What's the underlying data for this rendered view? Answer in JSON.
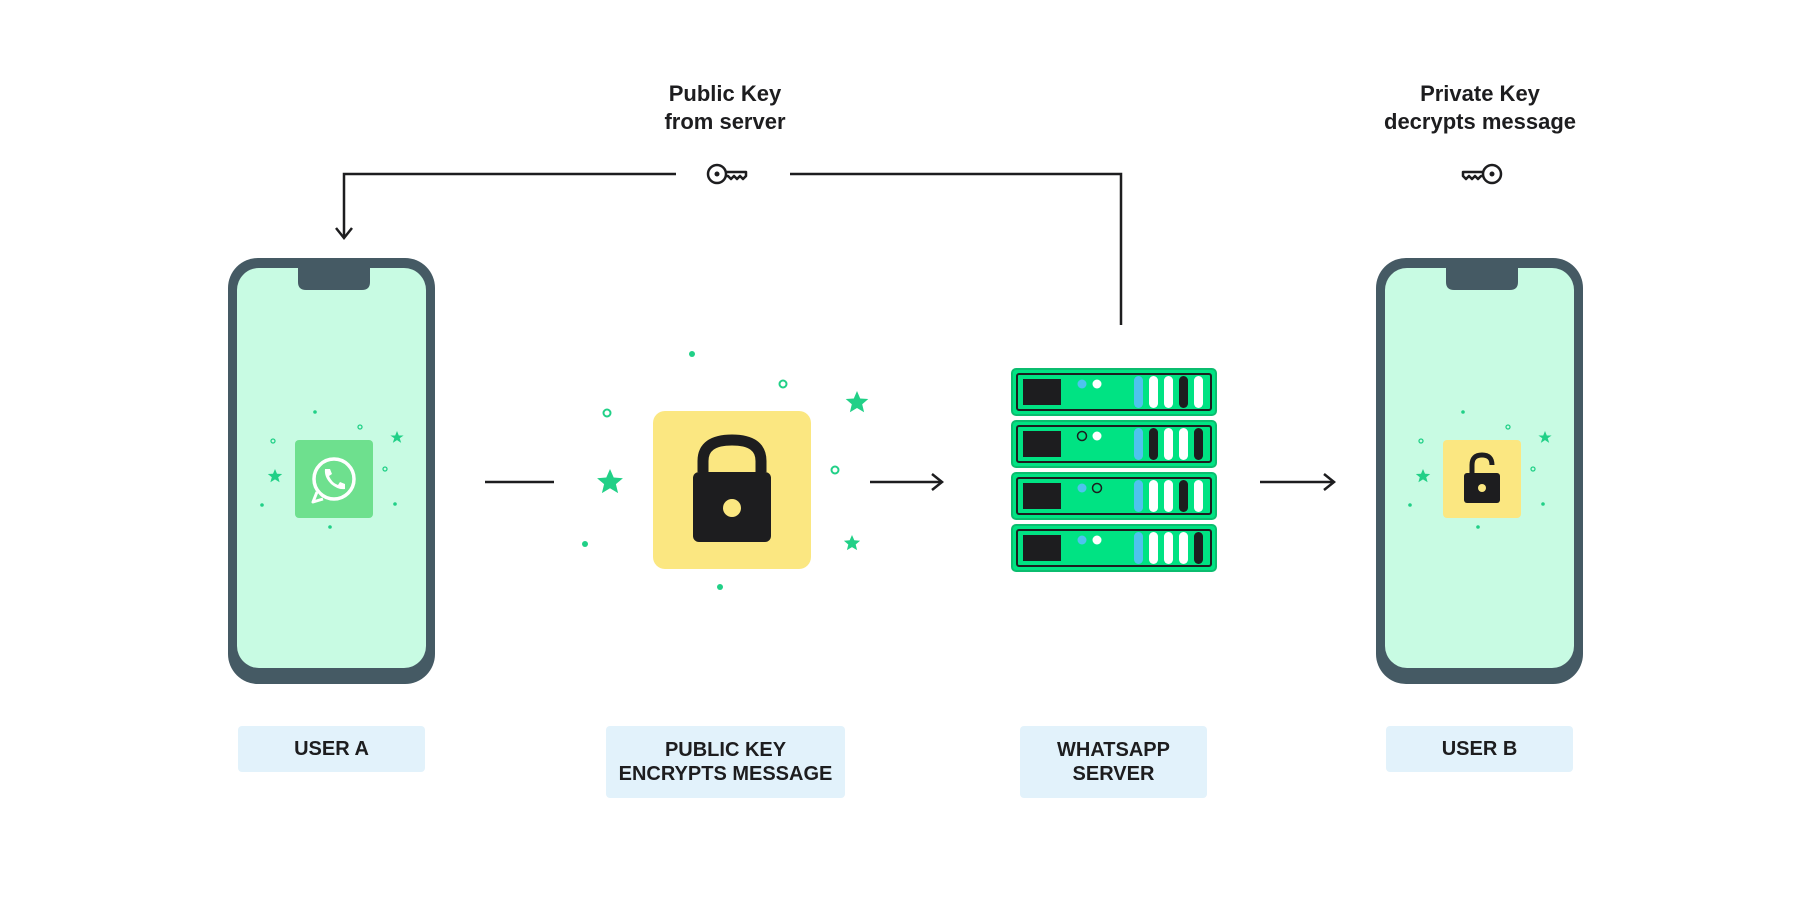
{
  "captions": {
    "public_key": {
      "line1": "Public Key",
      "line2": "from server"
    },
    "private_key": {
      "line1": "Private Key",
      "line2": "decrypts message"
    }
  },
  "labels": {
    "user_a": "USER A",
    "public_key_encrypts": {
      "line1": "PUBLIC KEY",
      "line2": "ENCRYPTS MESSAGE"
    },
    "whatsapp_server": {
      "line1": "WHATSAPP",
      "line2": "SERVER"
    },
    "user_b": "USER B"
  },
  "icons": {
    "user_a_app": "whatsapp-icon",
    "encrypt": "lock-closed-icon",
    "server": "server-rack-icon",
    "user_b_app": "lock-open-icon",
    "public_key": "key-icon",
    "private_key": "key-icon"
  },
  "colors": {
    "phone_frame": "#455a64",
    "phone_screen": "#c8fbe3",
    "whatsapp_green": "#6ee08e",
    "lock_tile": "#fbe781",
    "server_green": "#00e383",
    "accent_blue": "#4ec3ee",
    "sparkle": "#21d087",
    "line": "#1d1d1f",
    "label_bg": "#e2f2fb"
  }
}
